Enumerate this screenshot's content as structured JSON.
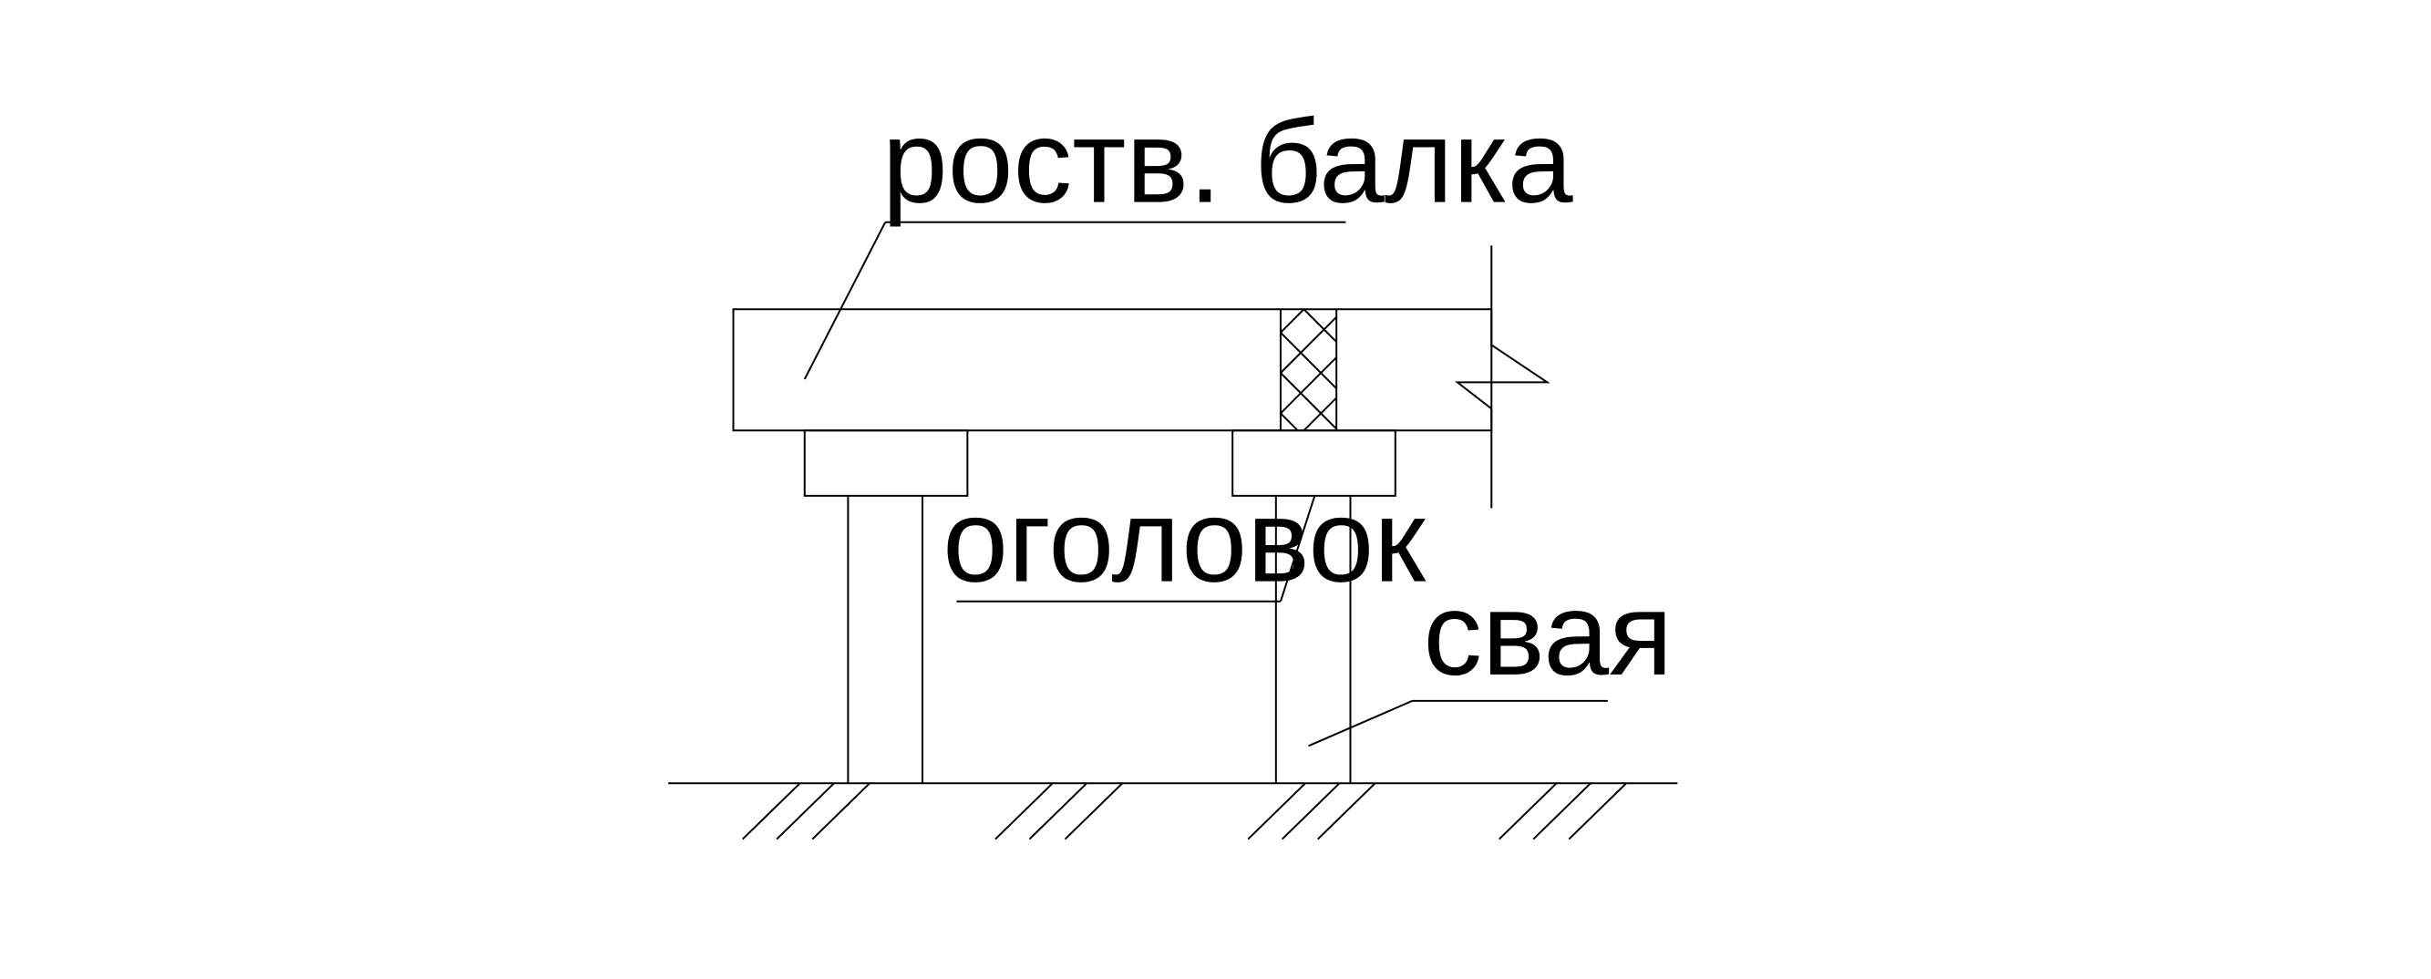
{
  "labels": {
    "beam": "роств. балка",
    "pile_cap": "оголовок",
    "pile": "свая"
  },
  "colors": {
    "background": "#ffffff",
    "line": "#000000"
  }
}
